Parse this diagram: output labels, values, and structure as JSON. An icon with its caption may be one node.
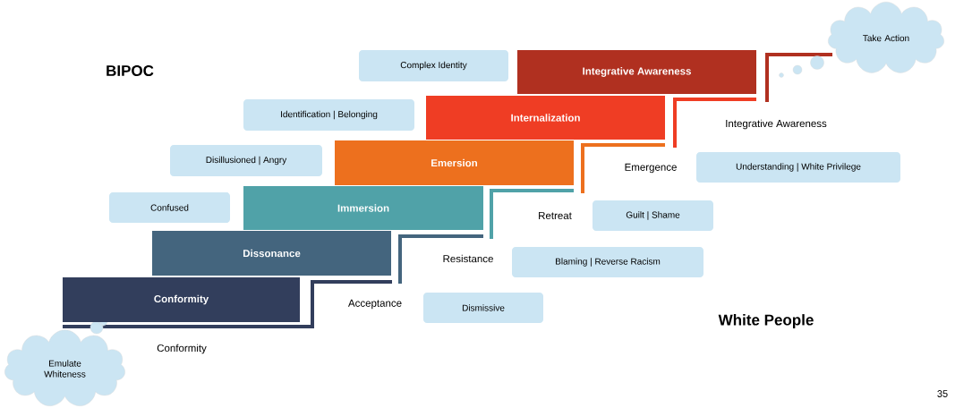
{
  "diagram": {
    "nodes": [
      {
        "text": [
          "Take Action"
        ]
      },
      {
        "text": [
          "Complex Identity"
        ]
      },
      {
        "text": [
          "Integrative Awareness"
        ]
      },
      {
        "text": [
          "Identification | Belonging"
        ]
      },
      {
        "text": [
          "Internalization"
        ]
      },
      {
        "text": [
          "Disillusioned | Angry"
        ]
      },
      {
        "text": [
          "Emersion"
        ]
      },
      {
        "text": [
          "Understanding | White Privilege"
        ]
      },
      {
        "text": [
          "Confused"
        ]
      },
      {
        "text": [
          "Immersion"
        ]
      },
      {
        "text": [
          "Guilt | Shame"
        ]
      },
      {
        "text": [
          "Dissonance"
        ]
      },
      {
        "text": [
          "Blaming | Reverse Racism"
        ]
      },
      {
        "text": [
          "Conformity"
        ]
      },
      {
        "text": [
          "Dismissive"
        ]
      },
      {
        "text": [
          "Emulate Whiteness"
        ]
      }
    ],
    "labels": [
      "BIPOC",
      "Integrative Awareness",
      "Emergence",
      "Retreat",
      "Resistance",
      "Acceptance",
      "White People",
      "Conformity",
      "35"
    ]
  }
}
